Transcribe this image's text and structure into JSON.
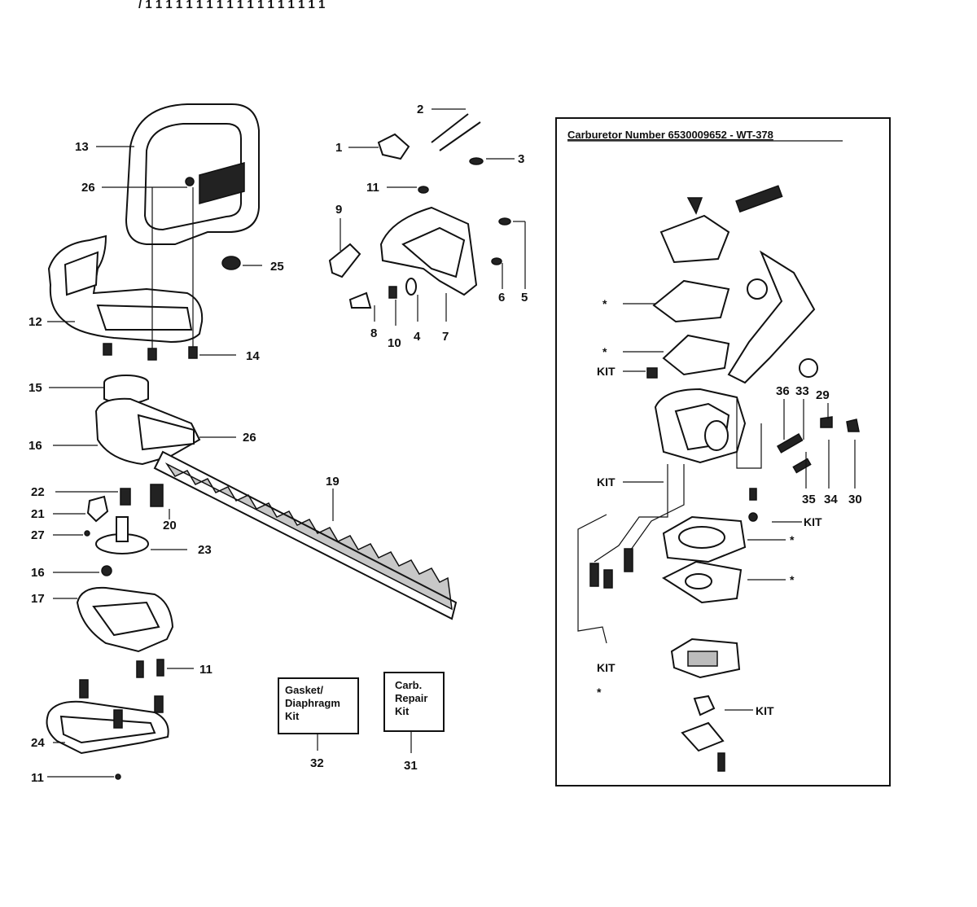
{
  "top_strip": "/  1 1 1 1 1   1 1 1 1 1 1   1 1 1 1   1 1 1",
  "carburetor": {
    "title": "Carburetor Number 6530009652 - WT-378",
    "kit_label": "KIT",
    "star_label": "*"
  },
  "kit_boxes": [
    {
      "lines": [
        "Gasket/",
        "Diaphragm",
        "Kit"
      ],
      "number": "32"
    },
    {
      "lines": [
        "Carb.",
        "Repair",
        "Kit"
      ],
      "number": "31"
    }
  ],
  "callouts": {
    "c1": "1",
    "c2": "2",
    "c3": "3",
    "c4": "4",
    "c5": "5",
    "c6": "6",
    "c7": "7",
    "c8": "8",
    "c9": "9",
    "c10": "10",
    "c11a": "11",
    "c11b": "11",
    "c11c": "11",
    "c12": "12",
    "c13": "13",
    "c14": "14",
    "c15": "15",
    "c16a": "16",
    "c16b": "16",
    "c17": "17",
    "c19": "19",
    "c20": "20",
    "c21": "21",
    "c22": "22",
    "c23": "23",
    "c24": "24",
    "c25": "25",
    "c26a": "26",
    "c26b": "26",
    "c27": "27",
    "c29": "29",
    "c30": "30",
    "c33": "33",
    "c34": "34",
    "c35": "35",
    "c36": "36"
  }
}
